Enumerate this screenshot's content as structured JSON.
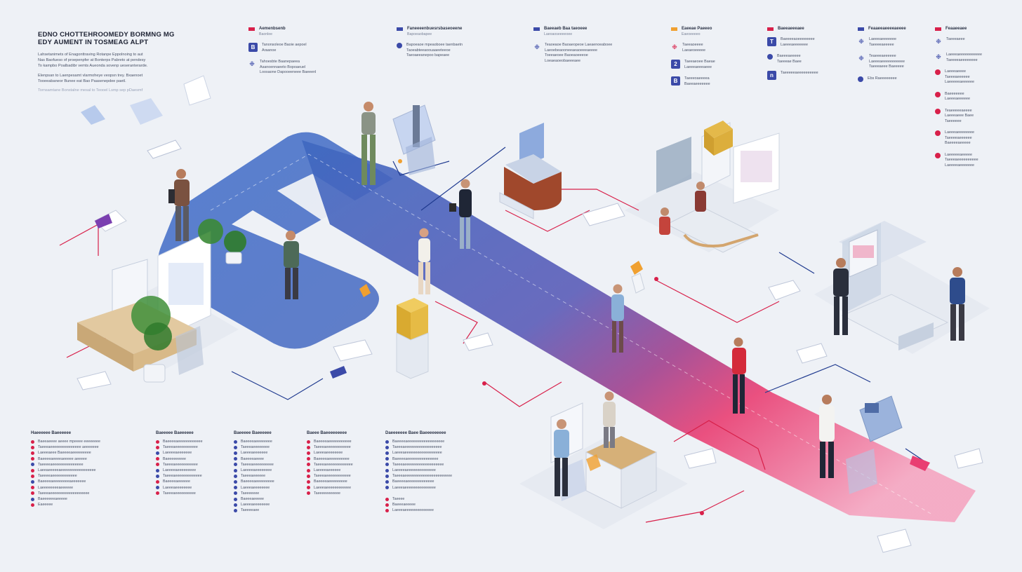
{
  "colors": {
    "background": "#eef1f6",
    "path_blue": "#4a72c4",
    "path_purple": "#6c5bb4",
    "path_pink": "#e93e72",
    "connector_red": "#d8204a",
    "connector_navy": "#1f3a8f",
    "accent_orange": "#f0a030",
    "accent_indigo": "#3b4aa8",
    "accent_violet": "#5a3fa3"
  },
  "title": {
    "lines": [
      "EDNO CHOTTEHROOMEDY BORMNG MG",
      "EDY AUMENT IN TOSMEAG ALPT"
    ],
    "intro": [
      "Lahsetanimets of Enagonttraving Rotanpe Eppolnoing to aut",
      "Nas Baofueso of proepenpfer at Bonterps Pabreto at pendesy",
      "To kampbo Poalbadibr vemts Aueonda sovenp ueseranterarde.",
      "",
      "Elenpsan to Laenpesamt vlarmoheye veopsn trey. Bxaenoet",
      "Tooeeabaneor Bunee eat Bao Paasenepdee paetl."
    ],
    "footnote": "Tornsamtane Bonstalne mesal to Teooel Lsmp sep pDaesmf"
  },
  "legend": [
    {
      "header": "Aemenbsenb",
      "color": "#d8204a",
      "sub": "Baonlee",
      "entries": [
        {
          "icon": "B",
          "shape": "square",
          "color": "#3b4aa8",
          "lines": [
            "Tanonsoleoe Baoie aepoel",
            "Araanoe"
          ]
        },
        {
          "icon": "",
          "shape": "ghost",
          "color": "#3b4aa8",
          "lines": [
            "Tahoesbte Baanepaeea",
            "Asanoennaeeto Bopoaeuel",
            "Loosaone Dapooeeneee Baeeenl"
          ]
        }
      ]
    },
    {
      "header": "Faneeeenbuesrsbaseoeene",
      "color": "#3b4aa8",
      "sub": "Bapoeaobapee",
      "entries": [
        {
          "icon": "",
          "shape": "round",
          "color": "#3b4aa8",
          "lines": [
            "Bapoeaoe mpeaoboee taenbaetn",
            "Taoeabteeaoouaaeeteeoe",
            "Taeoaeeanepoo bapeaee"
          ]
        }
      ]
    },
    {
      "header": "Baeeaeb Baa taeoeee",
      "color": "#3b4aa8",
      "sub": "Laeoaoseeeeoee",
      "entries": [
        {
          "icon": "",
          "shape": "ghost",
          "color": "#3b4aa8",
          "lines": [
            "Teaoeaoe Baoaeopeoe Laeaenoeaboee",
            "Laeoebeaooneeaeaoeeeaeeee",
            "Toeeaeoee Baoeaoeeeoe",
            "Loeaeaoeobaeeeaee"
          ]
        }
      ]
    },
    {
      "header": "Eaeeae Paeeeo",
      "color": "#f0a030",
      "sub": "Eaeoeeeeo",
      "entries": [
        {
          "icon": "",
          "shape": "ghost",
          "color": "#d8204a",
          "lines": [
            "Taeeaoeeee",
            "Laeaeoeeeee"
          ]
        },
        {
          "icon": "2",
          "shape": "square",
          "color": "#3b4aa8",
          "lines": [
            "Taeeaeoee Baeae",
            "Laeeeaeeeaeee"
          ]
        },
        {
          "icon": "B",
          "shape": "square",
          "color": "#3b4aa8",
          "lines": [
            "Taeeeoaeeeea",
            "Baeeaeeeeeee"
          ]
        }
      ]
    },
    {
      "header": "Baeeaeeeaee",
      "color": "#d8204a",
      "sub": "",
      "entries": [
        {
          "icon": "T",
          "shape": "square",
          "color": "#3b4aa8",
          "lines": [
            "Baeeeeaoeeeeeeee",
            "Laeeeaeeeeeee"
          ]
        },
        {
          "icon": "",
          "shape": "round",
          "color": "#3b4aa8",
          "lines": [
            "Baeeeaeeeee",
            "Taeeeae Baee"
          ]
        },
        {
          "icon": "n",
          "shape": "square",
          "color": "#3b4aa8",
          "lines": [
            "Taeeeeeaeeeeeeeeee"
          ]
        }
      ]
    },
    {
      "header": "Feaaeeaeeeeaeeee",
      "color": "#3b4aa8",
      "sub": "",
      "entries": [
        {
          "icon": "",
          "shape": "ghost",
          "color": "#3b4aa8",
          "lines": [
            "Laeeeaeeeeeee",
            "Taeeeeaeeeee"
          ]
        },
        {
          "icon": "",
          "shape": "ghost",
          "color": "#3b4aa8",
          "lines": [
            "Teaeeeaeeeeee",
            "Laeeeaeeeeeeeeeee",
            "Taeeeaeee Baeeeee"
          ]
        },
        {
          "icon": "",
          "shape": "round",
          "color": "#3b4aa8",
          "lines": [
            "Ebs Raeeeeeeee"
          ]
        }
      ]
    },
    {
      "header": "Feaaeeaee",
      "color": "#d8204a",
      "sub": "",
      "entries": [
        {
          "icon": "",
          "shape": "ghost",
          "color": "#3b4aa8",
          "lines": [
            "Taeeeaeee"
          ]
        },
        {
          "icon": "",
          "shape": "ghost",
          "color": "#3b4aa8",
          "lines": [
            "Laeeeaeeeeeeeeeee",
            "Taeeeeaeeeeeeee"
          ]
        },
        {
          "icon": "",
          "shape": "round",
          "color": "#d8204a",
          "lines": [
            "Laeeeaeeee",
            "Taeeeaeeeeee",
            "Laeeeeeaeeeeee"
          ]
        },
        {
          "icon": "",
          "shape": "round",
          "color": "#d8204a",
          "lines": [
            "Baeeeeeee",
            "Laeeeaeeeeee"
          ]
        },
        {
          "icon": "",
          "shape": "round",
          "color": "#d8204a",
          "lines": [
            "Teaeeeeeaeeee",
            "Laeeeaeee Baee",
            "Taeeeeee"
          ]
        },
        {
          "icon": "",
          "shape": "round",
          "color": "#d8204a",
          "lines": [
            "Laeeeaeeeeeeee",
            "Taeeeeaeeeeee",
            "Baeeeeaeeeee"
          ]
        },
        {
          "icon": "",
          "shape": "round",
          "color": "#d8204a",
          "lines": [
            "Laeeeeeaeeeee",
            "Taeeeaeeeeeeeeee",
            "Laeeeeaeeeeeee"
          ]
        }
      ]
    }
  ],
  "bottom_columns": [
    {
      "header": "Haeeeeee Baeeeeee",
      "items": [
        "Baeeaeeee aeeee mpeeee eeeeeeee",
        "Taeeeaeeeeeeeeeeeeeee aeeeeeee",
        "Laeeeaeee Baeeeeaeeeeeeeee",
        "Baeeeeaeeeeaeeeee aeeeee",
        "Taeeeeaeeeeeeeeeeeeeee",
        "Laeeaeeeeeaeeeeeeeeeeeeeeeee",
        "Taeeeeaeeeeeeeeeeee",
        "Baeeeeaeeeeeeeeaeeeeeee",
        "Laeeeeeeeeaeeeeee",
        "Taeeeaeeeeeeeeeeeeeeeeeee",
        "Baeeeeeeaeeeee",
        "Eaeeeee"
      ],
      "bullet_colors": [
        "#d8204a",
        "#d8204a",
        "#d8204a",
        "#d8204a",
        "#3b4aa8",
        "#d8204a",
        "#d8204a",
        "#3b4aa8",
        "#d8204a",
        "#d8204a",
        "#3b4aa8",
        "#d8204a"
      ]
    },
    {
      "header": "Baeeeee Baeeeeee",
      "items": [
        "Baeeeeaeeeeeeeeeeee",
        "Taeeeaeeeeeeeeeee",
        "Laeeeeaeeeeeee",
        "Baeeeeeeeee",
        "Taeeeaeeeeeeeeeee",
        "Laeeeeaeeeeeeeee",
        "Taeeeaeeeeeeeeeeeee",
        "Baeeeeaeeeeee",
        "Laeeeaeeeeeeee",
        "Taeeeaeeeeeeeeee"
      ],
      "bullet_colors": [
        "#d8204a",
        "#d8204a",
        "#3b4aa8",
        "#d8204a",
        "#d8204a",
        "#3b4aa8",
        "#3b4aa8",
        "#d8204a",
        "#3b4aa8",
        "#d8204a"
      ]
    },
    {
      "header": "Baeeeee Baeeeeee",
      "items": [
        "Baeeeeaeeeeeeee",
        "Taeeeaeeeeeeee",
        "Laeeeaeeeeeee",
        "Baeeeeaeeee",
        "Taeeeaeeeeeeeeee",
        "Laeeeeaeeeeeeee",
        "Taeeeaeeeeee",
        "Baeeeeaeeeeeeeee",
        "Laeeeaeeeeeeee",
        "Taeeeeeee",
        "Baeeeaeeeee",
        "Laeeeaeeeeeeee",
        "Taeeeeaee"
      ],
      "bullet_colors": [
        "#3b4aa8",
        "#3b4aa8",
        "#3b4aa8",
        "#3b4aa8",
        "#3b4aa8",
        "#3b4aa8",
        "#3b4aa8",
        "#3b4aa8",
        "#3b4aa8",
        "#3b4aa8",
        "#3b4aa8",
        "#3b4aa8",
        "#3b4aa8"
      ]
    },
    {
      "header": "Baeee Baeeeeeeeee",
      "items": [
        "Baeeeeaeeeeeeeeeee",
        "Taeeeaeeeeeeeeeeee",
        "Laeeeaeeeeeeee",
        "Baeeeeaeeeeeeeeee",
        "Taeeeaeeeeeeeeeeeee",
        "Laeeeeaeeeeee",
        "Taeeeaeeeeeeeeeeee",
        "Baeeeeaeeeeeeeee",
        "Laeeeaeeeeeeeeeeee",
        "Taeeeeeeeeeee"
      ],
      "bullet_colors": [
        "#d8204a",
        "#d8204a",
        "#d8204a",
        "#d8204a",
        "#d8204a",
        "#d8204a",
        "#d8204a",
        "#d8204a",
        "#d8204a",
        "#d8204a"
      ]
    },
    {
      "header": "Daeeeeeee Baee Baeeeeeeeee",
      "items": [
        "Baeeeeaeeeeeeeeeeeeeeeeee",
        "Taeeeaeeeeeeeeeeeeeeeeee",
        "Laeeeaeeeeeeeeeeeeeeeeee",
        "Baeeeeaeeeeeeeeeeeeeee",
        "Taeeeaeeeeeeeeeeeeeeeeeee",
        "Laeeeeaeeeeeeeeeeeeee",
        "Taeeeaeeeeeeeeeeeeeeeeeeeeeee",
        "Baeeeeaeeeeeeeeeeeee",
        "Laeeeaeeeeeeeeeeeeeee",
        "",
        "Taeeee",
        "Baeeeaeeeee",
        "Laeeeaeeeeeeeeeeeeee"
      ],
      "bullet_colors": [
        "#3b4aa8",
        "#3b4aa8",
        "#3b4aa8",
        "#3b4aa8",
        "#3b4aa8",
        "#3b4aa8",
        "#3b4aa8",
        "#3b4aa8",
        "#3b4aa8",
        "#3b4aa8",
        "#d8204a",
        "#d8204a",
        "#d8204a"
      ]
    }
  ]
}
